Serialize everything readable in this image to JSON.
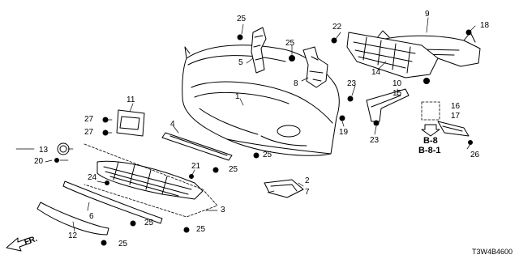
{
  "part_numbers": [
    "1",
    "2",
    "3",
    "4",
    "5",
    "6",
    "7",
    "8",
    "9",
    "10",
    "11",
    "12",
    "13",
    "14",
    "15",
    "16",
    "17",
    "18",
    "19",
    "20",
    "21",
    "22",
    "23",
    "24",
    "25",
    "26",
    "27"
  ],
  "labels": {
    "l25a": "25",
    "l9": "9",
    "l18": "18",
    "l22": "22",
    "l25b": "25",
    "l5": "5",
    "l14": "14",
    "l8": "8",
    "l1": "1",
    "l23a": "23",
    "l10": "10",
    "l15": "15",
    "l11": "11",
    "l16": "16",
    "l17": "17",
    "l27a": "27",
    "l27b": "27",
    "l4": "4",
    "l19": "19",
    "l23b": "23",
    "l13": "13",
    "l20": "20",
    "l25c": "25",
    "l26": "26",
    "l21": "21",
    "l25d": "25",
    "l2": "2",
    "l7": "7",
    "l24": "24",
    "l3": "3",
    "l6": "6",
    "l25e": "25",
    "l25f": "25",
    "l12": "12",
    "l25g": "25"
  },
  "callout": {
    "ref1": "B-8",
    "ref2": "B-8-1"
  },
  "direction_label": "FR.",
  "diagram_code": "T3W4B4600"
}
